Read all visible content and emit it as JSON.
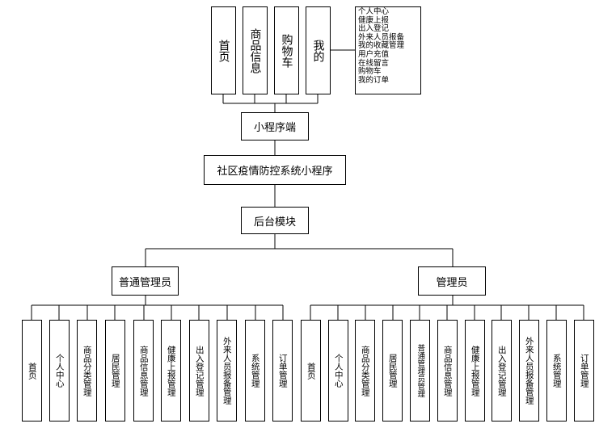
{
  "top_tabs": [
    {
      "label": "首页"
    },
    {
      "label": "商品信息"
    },
    {
      "label": "购物车"
    },
    {
      "label": "我的"
    }
  ],
  "mine_list": [
    "个人中心",
    "健康上报",
    "出入登记",
    "外来人员报备",
    "我的收藏管理",
    "用户充值",
    "在线留言",
    "购物车",
    "我的订单"
  ],
  "nodes": {
    "miniprogram": "小程序端",
    "system": "社区疫情防控系统小程序",
    "backend": "后台模块",
    "normal_admin": "普通管理员",
    "admin": "管理员"
  },
  "normal_admin_modules": [
    {
      "label": "首页"
    },
    {
      "label": "个人中心"
    },
    {
      "label": "商品分类管理"
    },
    {
      "label": "居民管理"
    },
    {
      "label": "商品信息管理"
    },
    {
      "label": "健康上报管理"
    },
    {
      "label": "出入登记管理"
    },
    {
      "label": "外来人员报备管理"
    },
    {
      "label": "系统管理"
    },
    {
      "label": "订单管理"
    }
  ],
  "admin_modules": [
    {
      "label": "首页"
    },
    {
      "label": "个人中心"
    },
    {
      "label": "商品分类管理"
    },
    {
      "label": "居民管理"
    },
    {
      "label": "普通管理员管理"
    },
    {
      "label": "商品信息管理"
    },
    {
      "label": "健康上报管理"
    },
    {
      "label": "出入登记管理"
    },
    {
      "label": "外来人员报备管理"
    },
    {
      "label": "系统管理"
    },
    {
      "label": "订单管理"
    }
  ]
}
